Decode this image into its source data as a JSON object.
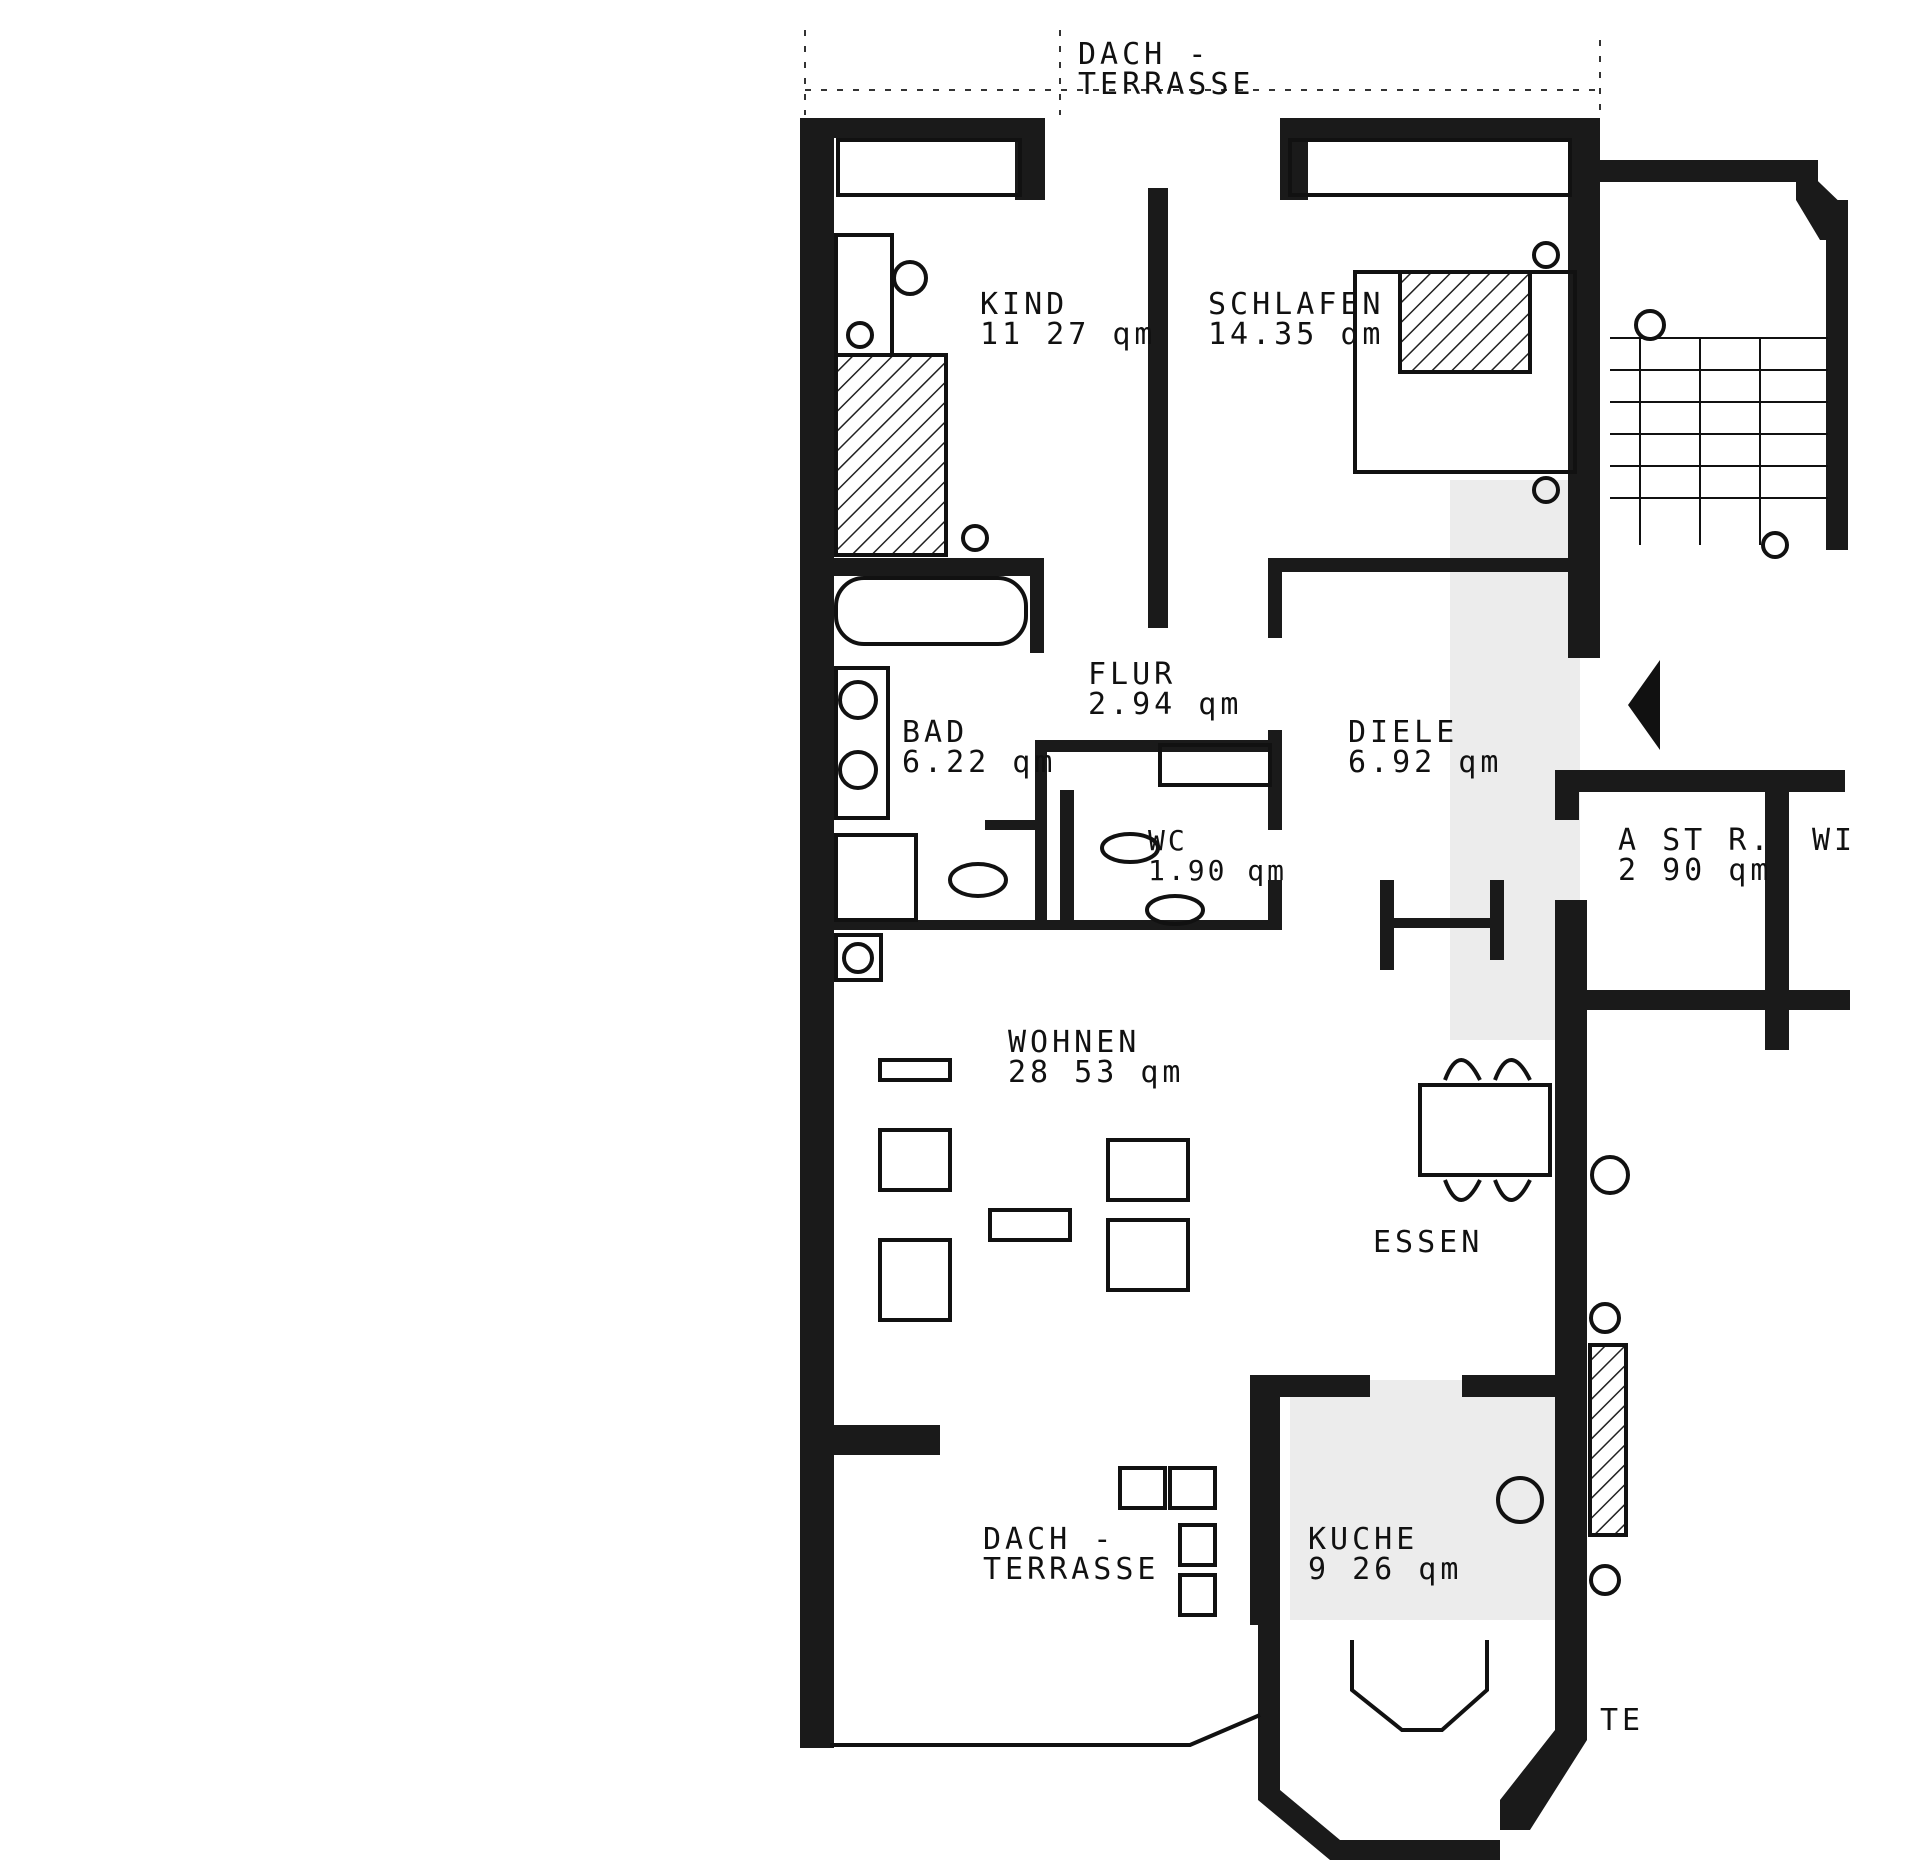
{
  "plan": {
    "colors": {
      "wall": "#1a1a1a",
      "ink": "#111111",
      "shade": "#e8e8e8",
      "paper": "#ffffff"
    },
    "rooms": {
      "dachterrasse_top": {
        "name1": "DACH -",
        "name2": "TERRASSE"
      },
      "kind": {
        "name": "KIND",
        "area": "11 27 qm"
      },
      "schlafen": {
        "name": "SCHLAFEN",
        "area": "14.35 qm"
      },
      "flur": {
        "name": "FLUR",
        "area": "2.94 qm"
      },
      "diele": {
        "name": "DIELE",
        "area": "6.92 qm"
      },
      "bad": {
        "name": "BAD",
        "area": "6.22 qm"
      },
      "wc": {
        "name": "WC",
        "area": "1.90 qm"
      },
      "abstr": {
        "name": "A ST R.",
        "area": "2 90 qm",
        "cut": "WI"
      },
      "wohnen": {
        "name": "WOHNEN",
        "area": "28 53 qm"
      },
      "essen": {
        "name": "ESSEN"
      },
      "dachterrasse_bottom": {
        "name1": "DACH -",
        "name2": "TERRASSE"
      },
      "kueche": {
        "name": "KUCHE",
        "area": "9 26 qm"
      },
      "te_cut": {
        "name": "TE"
      }
    }
  }
}
